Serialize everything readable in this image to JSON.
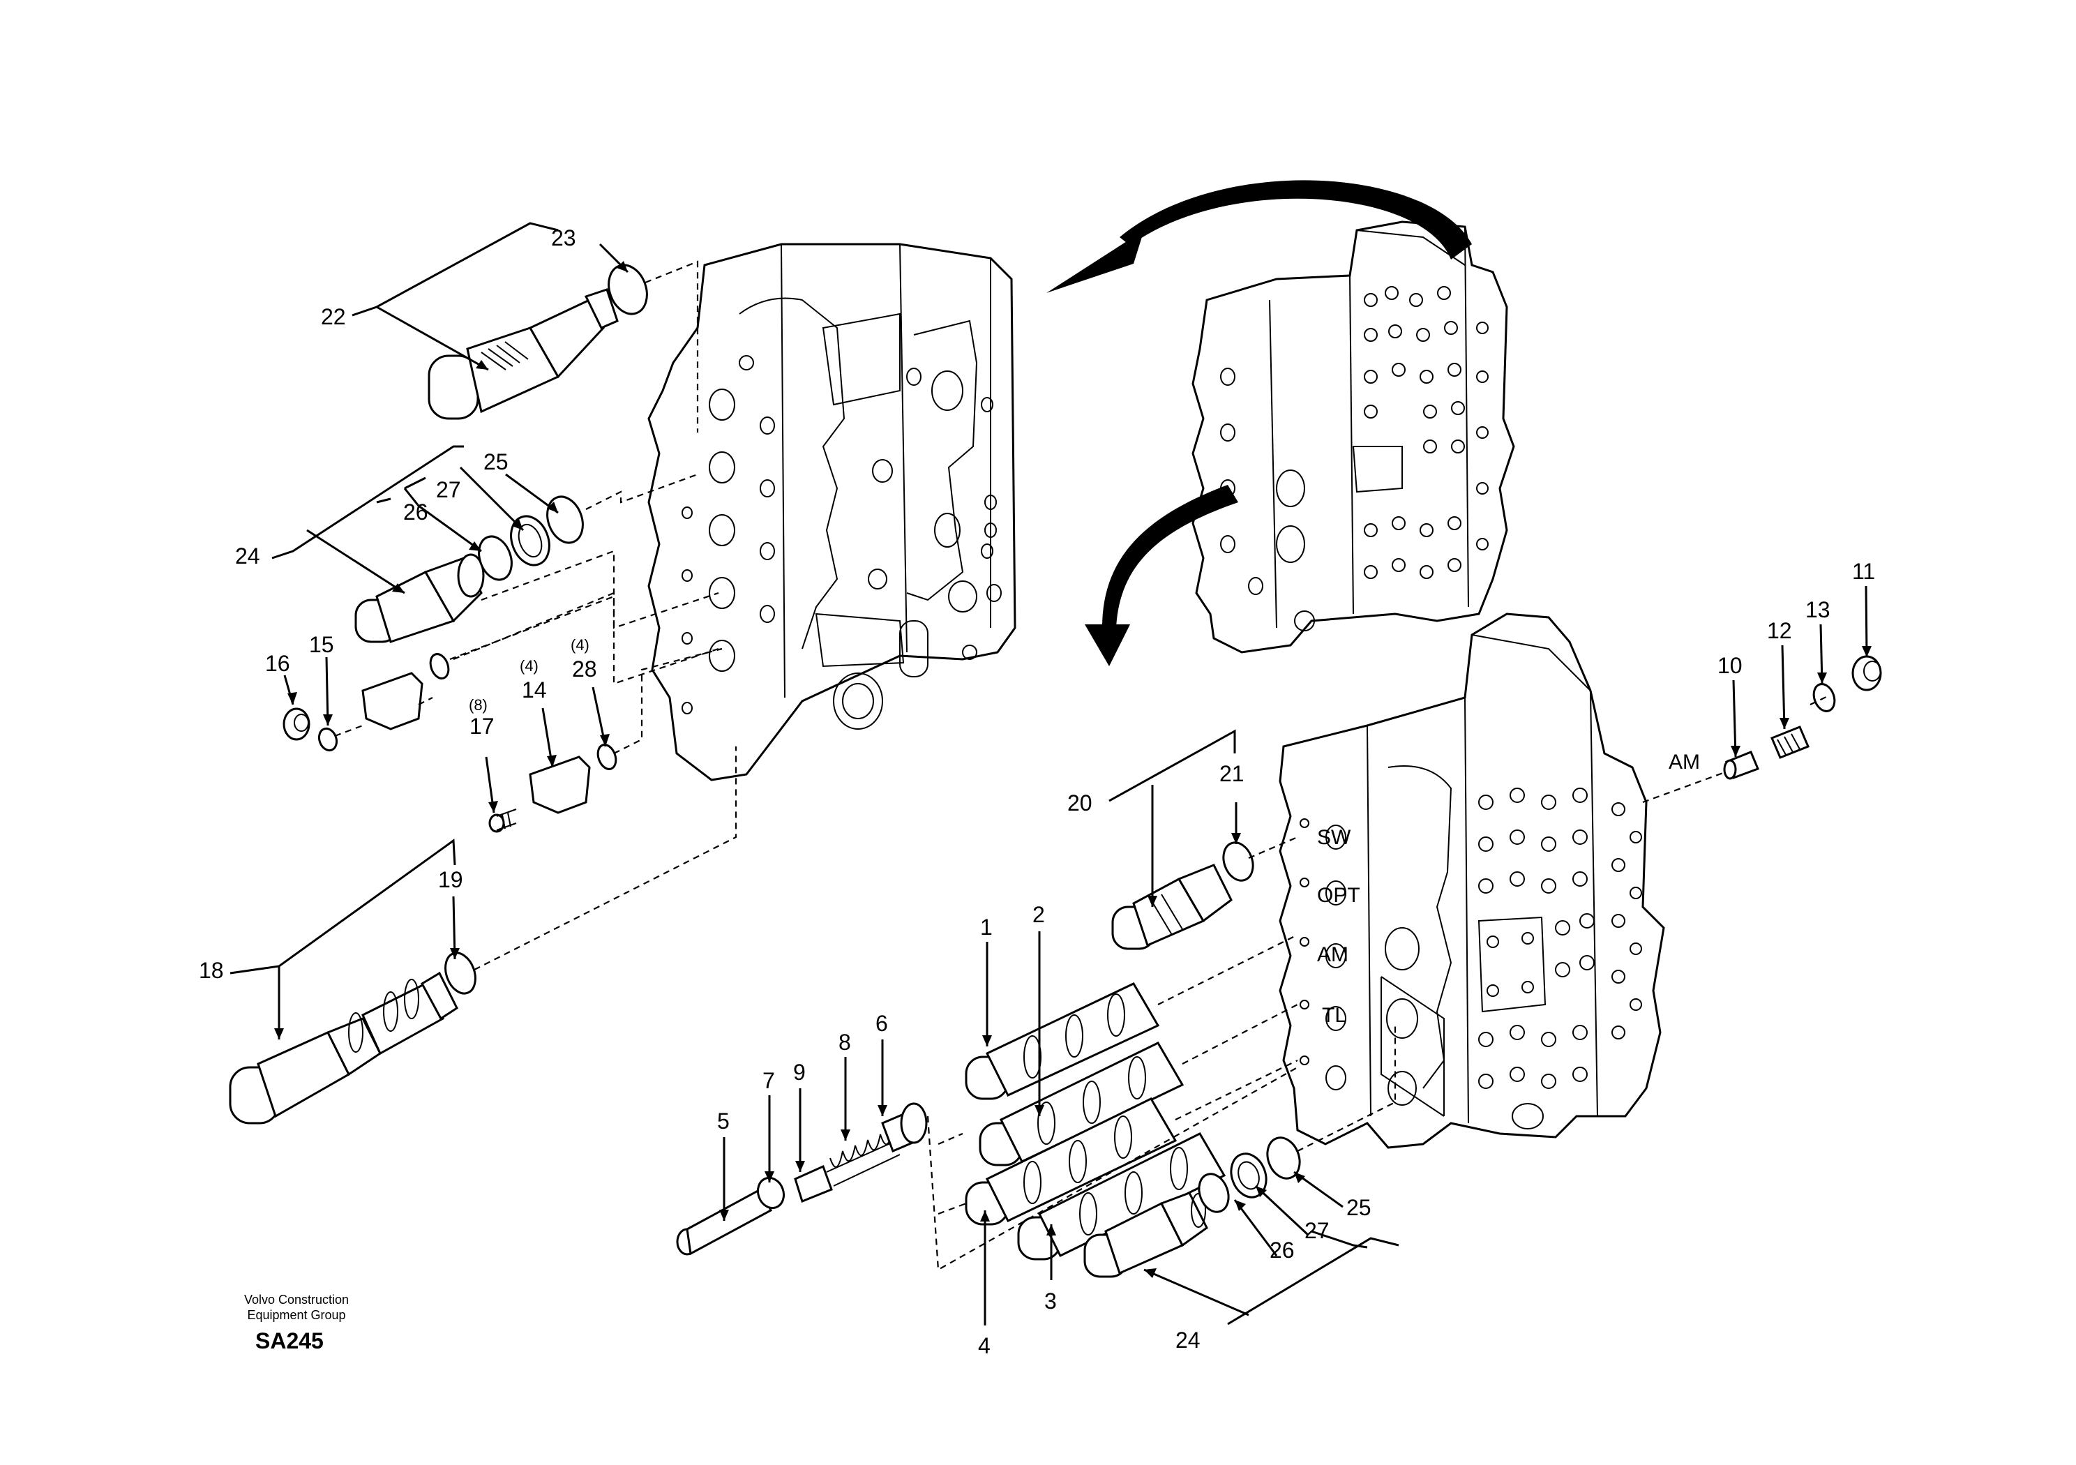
{
  "diagram": {
    "part_labels": [
      "1",
      "2",
      "3",
      "4",
      "5",
      "6",
      "7",
      "8",
      "9",
      "10",
      "11",
      "12",
      "13",
      "14",
      "15",
      "16",
      "17",
      "18",
      "19",
      "20",
      "21",
      "22",
      "23",
      "24",
      "25",
      "26",
      "27",
      "28"
    ],
    "repeat_labels": {
      "p24b": "24",
      "p25b": "25",
      "p26b": "26",
      "p27b": "27"
    },
    "quantity_labels": {
      "q14": "(4)",
      "q28": "(4)",
      "q17": "(8)"
    },
    "port_labels": {
      "sw": "SW",
      "opt": "OPT",
      "am": "AM",
      "tl": "TL",
      "am_side": "AM"
    }
  },
  "footer": {
    "credit_line1": "Volvo Construction",
    "credit_line2": "Equipment Group",
    "code": "SA245"
  }
}
